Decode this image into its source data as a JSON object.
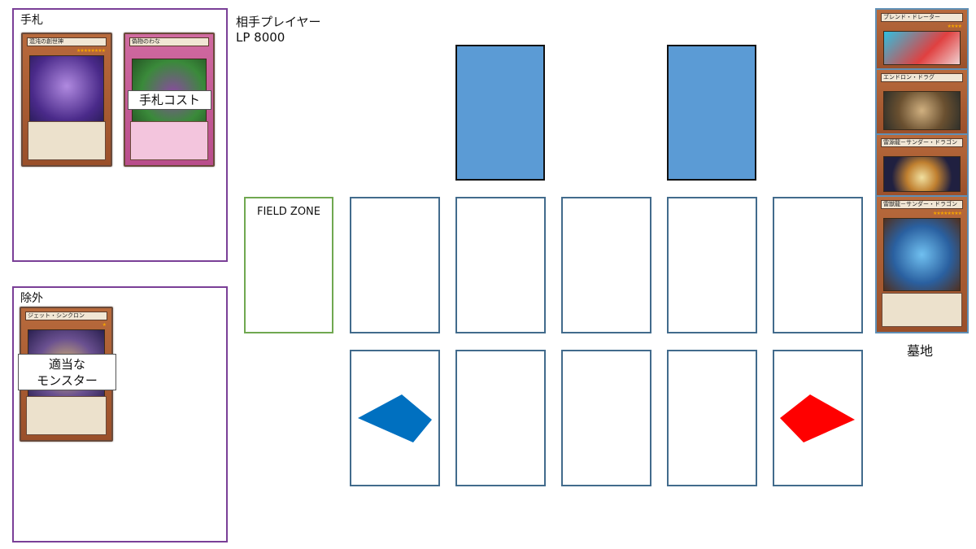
{
  "hand": {
    "title": "手札",
    "cards": [
      {
        "name": "混沌の創世神",
        "type": "monster",
        "stars": "★★★★★★★★"
      },
      {
        "name": "偽物のわな",
        "type": "trap",
        "stars": ""
      }
    ],
    "cost_label": "手札コスト"
  },
  "banished": {
    "title": "除外",
    "cards": [
      {
        "name": "ジェット・シンクロン",
        "type": "monster",
        "stars": "★"
      }
    ],
    "note_line1": "適当な",
    "note_line2": "モンスター"
  },
  "opponent": {
    "name": "相手プレイヤー",
    "lp": "LP 8000"
  },
  "field": {
    "field_zone_label": "FIELD ZONE"
  },
  "graveyard": {
    "label": "墓地",
    "cards": [
      {
        "name": "ブレンド・ドレーター",
        "stars": "★★★★"
      },
      {
        "name": "エンドロン・ドラグ",
        "stars": ""
      },
      {
        "name": "雷源龍－サンダー・ドラゴン",
        "stars": ""
      },
      {
        "name": "雷獣龍－サンダー・ドラゴン",
        "stars": "★★★★★★★★"
      }
    ]
  },
  "markers": {
    "left_color": "#0070c0",
    "right_color": "#ff0000"
  }
}
